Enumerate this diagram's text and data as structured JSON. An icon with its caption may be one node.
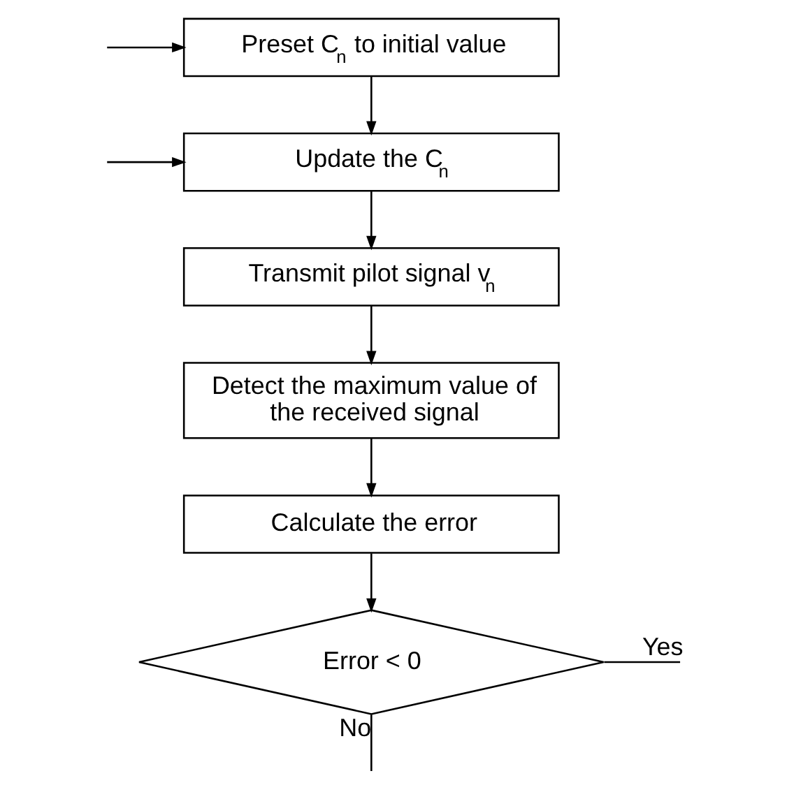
{
  "diagram": {
    "nodes": [
      {
        "text": [
          "Preset C$_{n}$ to initial value"
        ]
      },
      {
        "text": [
          "Update the C$_{n}$"
        ]
      },
      {
        "text": [
          "Transmit pilot signal v$_{n}$"
        ]
      },
      {
        "text": [
          "Detect the maximum value of the received signal"
        ]
      },
      {
        "text": [
          "Calculate the error"
        ]
      },
      {
        "text": [
          "Error < 0"
        ]
      }
    ],
    "edges": [
      {
        "from": 0,
        "to": 1,
        "arrow": "to"
      },
      {
        "from": null,
        "to": 1,
        "arrow": "to"
      },
      {
        "from": 1,
        "to": 2,
        "arrow": "to"
      },
      {
        "from": 2,
        "to": 3,
        "arrow": "to"
      },
      {
        "from": 3,
        "to": 4,
        "arrow": "to"
      },
      {
        "from": 4,
        "to": 5,
        "arrow": "to"
      },
      {
        "from": 5,
        "to": null,
        "label": "Yes",
        "arrow": "none"
      },
      {
        "from": 5,
        "to": null,
        "label": "No",
        "arrow": "none"
      },
      {
        "from": null,
        "to": 0,
        "arrow": "to"
      }
    ]
  }
}
